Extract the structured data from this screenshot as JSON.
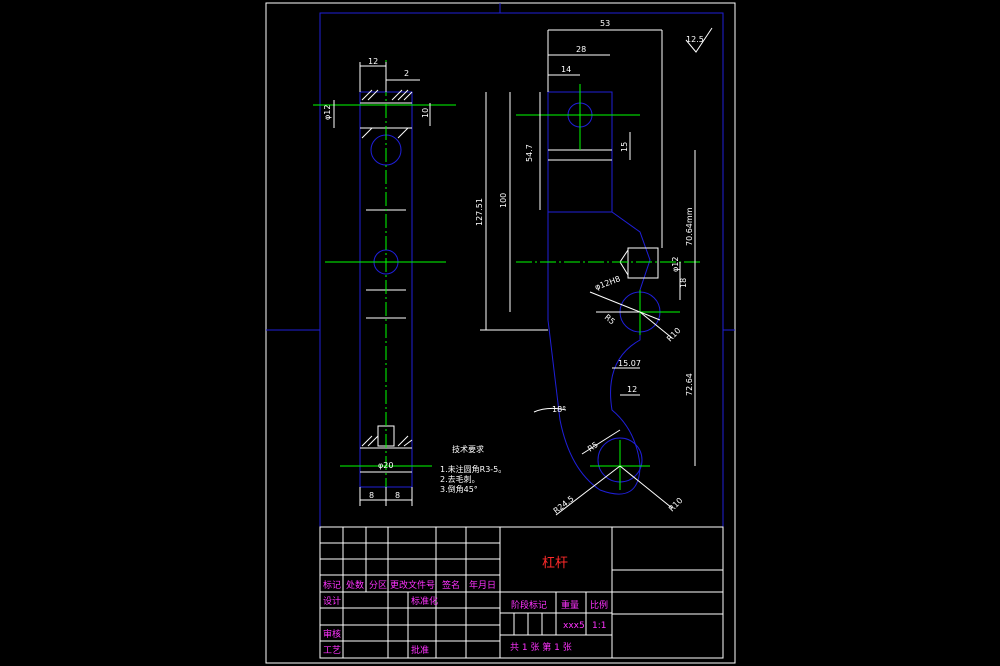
{
  "colors": {
    "background": "#000000",
    "frame": "#1f1fd8",
    "outline": "#ffffff",
    "centerline": "#00ff00",
    "dimension": "#ffffff",
    "hatch": "#ffffff",
    "title_block": "#ffffff",
    "title_text": "#ff2a2a",
    "field_text": "#ff33ff"
  },
  "drawing": {
    "part_name": "杠杆",
    "roughness_symbol": "12.5",
    "left_view_dims": {
      "top_width": "12",
      "top_offset": "2",
      "left_dia": "φ12",
      "right_h": "10",
      "bottom_a": "8",
      "bottom_b": "8",
      "bottom_hole": "φ20"
    },
    "main_view_dims": {
      "overall_width": "53",
      "width_28": "28",
      "width_14": "14",
      "dim_547": "54.7",
      "dim_15": "15",
      "dim_100": "100",
      "dim_12751": "127.51",
      "dim_7064": "70.64mm",
      "dim_12_dia": "φ12",
      "dim_18": "18",
      "dim_r28_note": "φ12H8",
      "dim_r5": "R5",
      "dim_r10_a": "R10",
      "dim_1507": "15.07",
      "dim_12": "12",
      "dim_7264": "72.64",
      "angle": "18°",
      "dim_r5b": "R5",
      "dim_r245": "R24.5",
      "dim_r10_b": "R10"
    },
    "tech_notes": {
      "heading": "技术要求",
      "lines": [
        "1.未注圆角R3-5。",
        "2.去毛刺。",
        "3.倒角45°"
      ]
    }
  },
  "title_block": {
    "headers": [
      "标记",
      "处数",
      "分区",
      "更改文件号",
      "签名",
      "年月日"
    ],
    "row_design": "设计",
    "row_standard": "标准化",
    "row_review": "审核",
    "row_process": "工艺",
    "row_approve": "批准",
    "stage_label": "阶段标记",
    "weight_label": "重量",
    "scale_label": "比例",
    "stage_value": "xxx5",
    "scale_value": "1:1",
    "sheet_info": "共 1 张 第 1 张"
  }
}
